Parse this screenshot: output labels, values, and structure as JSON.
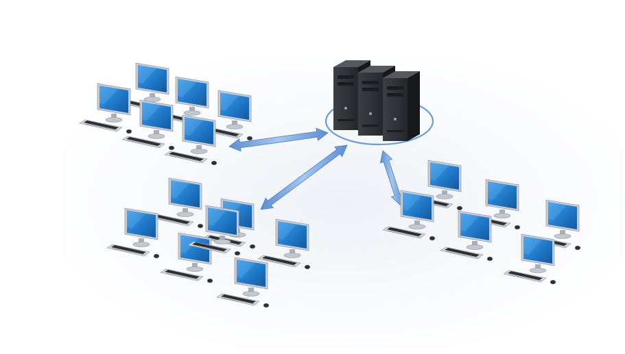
{
  "diagram": {
    "type": "network-topology",
    "hub": {
      "kind": "server",
      "tower_count": 3,
      "icon": "server-rack-icon"
    },
    "clusters": [
      {
        "id": "top-left",
        "kind": "workstation-group",
        "workstation_count": 6,
        "link": "bidirectional"
      },
      {
        "id": "bottom-left",
        "kind": "workstation-group",
        "workstation_count": 7,
        "link": "bidirectional"
      },
      {
        "id": "right",
        "kind": "workstation-group",
        "workstation_count": 6,
        "link": "bidirectional"
      }
    ],
    "colors": {
      "background": "#ffffff",
      "floor_glow": "#e9eef5",
      "screen": "#1f78c8",
      "screen_highlight": "#5fb0f0",
      "bezel": "#c9ced6",
      "keyboard": "#d5d9df",
      "keys": "#2b2e33",
      "server_body": "#2f3135",
      "server_side": "#17181a",
      "server_top": "#55595f",
      "ring": "#6a9cd8",
      "link": "#7aa7e0",
      "link_edge": "#4a7fc6"
    }
  }
}
